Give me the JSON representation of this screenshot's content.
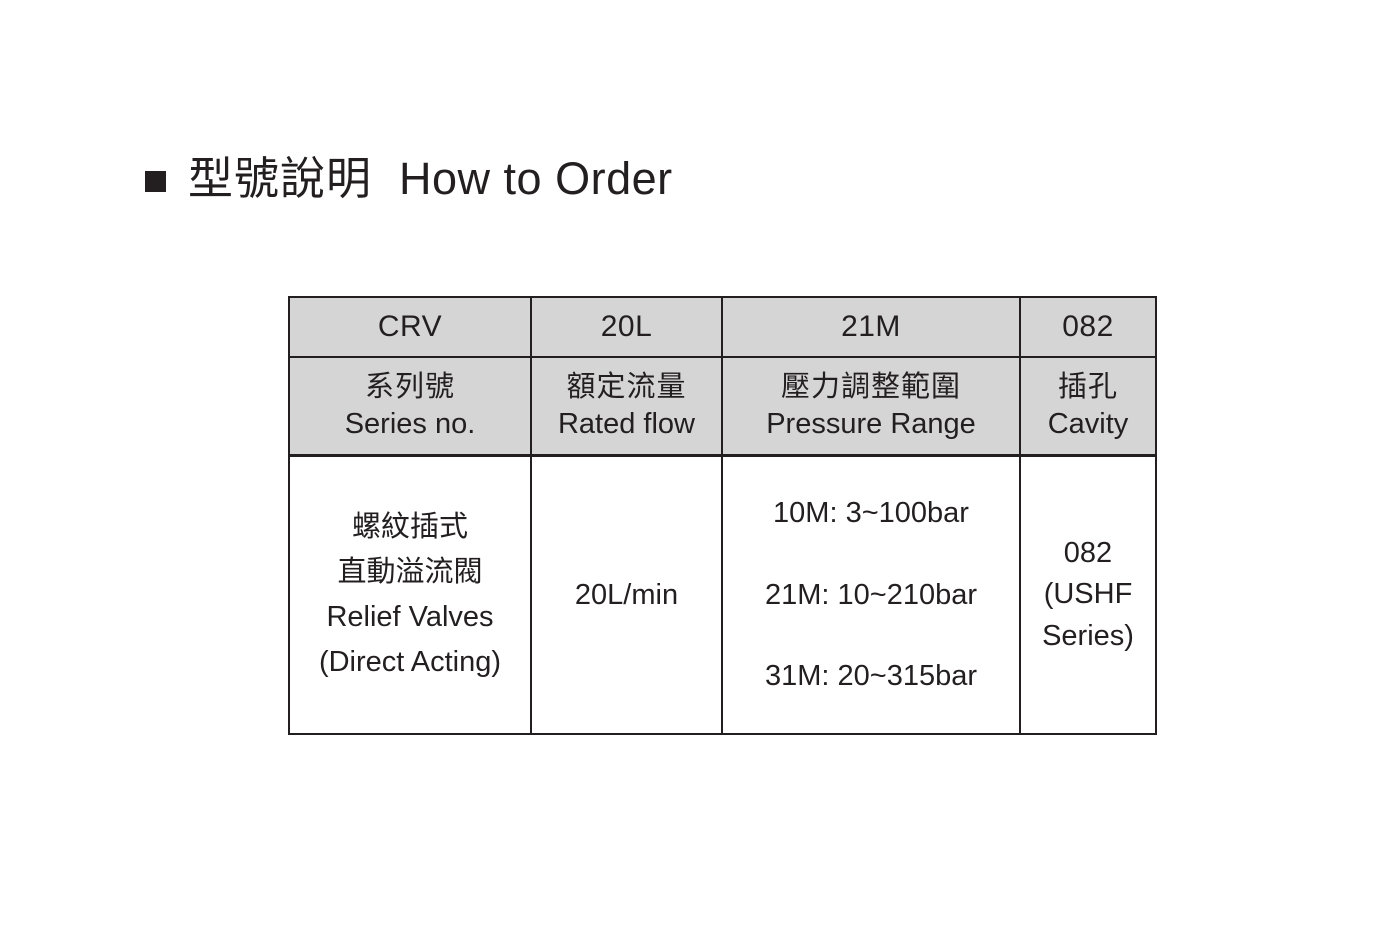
{
  "page": {
    "background": "#ffffff",
    "text_color": "#231f20",
    "header_fill": "#d5d5d5"
  },
  "heading": {
    "bullet_icon": "filled-square-bullet",
    "title_cn": "型號說明",
    "title_en": "How to Order"
  },
  "table": {
    "columns": [
      {
        "code": "CRV",
        "label_cn": "系列號",
        "label_en": "Series no.",
        "value_lines": [
          "螺紋插式",
          "直動溢流閥",
          "Relief Valves",
          "(Direct Acting)"
        ]
      },
      {
        "code": "20L",
        "label_cn": "額定流量",
        "label_en": "Rated flow",
        "value_lines": [
          "20L/min"
        ]
      },
      {
        "code": "21M",
        "label_cn": "壓力調整範圍",
        "label_en": "Pressure Range",
        "value_lines": [
          "10M: 3~100bar",
          "21M: 10~210bar",
          "31M: 20~315bar"
        ]
      },
      {
        "code": "082",
        "label_cn": "插孔",
        "label_en": "Cavity",
        "value_lines": [
          "082",
          "(USHF",
          "Series)"
        ]
      }
    ]
  }
}
